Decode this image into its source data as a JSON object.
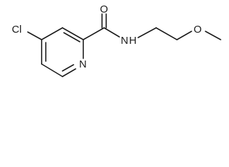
{
  "molecule": {
    "atoms": {
      "chlorine": "Cl",
      "ring_nitrogen": "N",
      "carbonyl_oxygen": "O",
      "amide_nitrogen": "N",
      "amide_hydrogen": "H",
      "ether_oxygen": "O"
    }
  }
}
